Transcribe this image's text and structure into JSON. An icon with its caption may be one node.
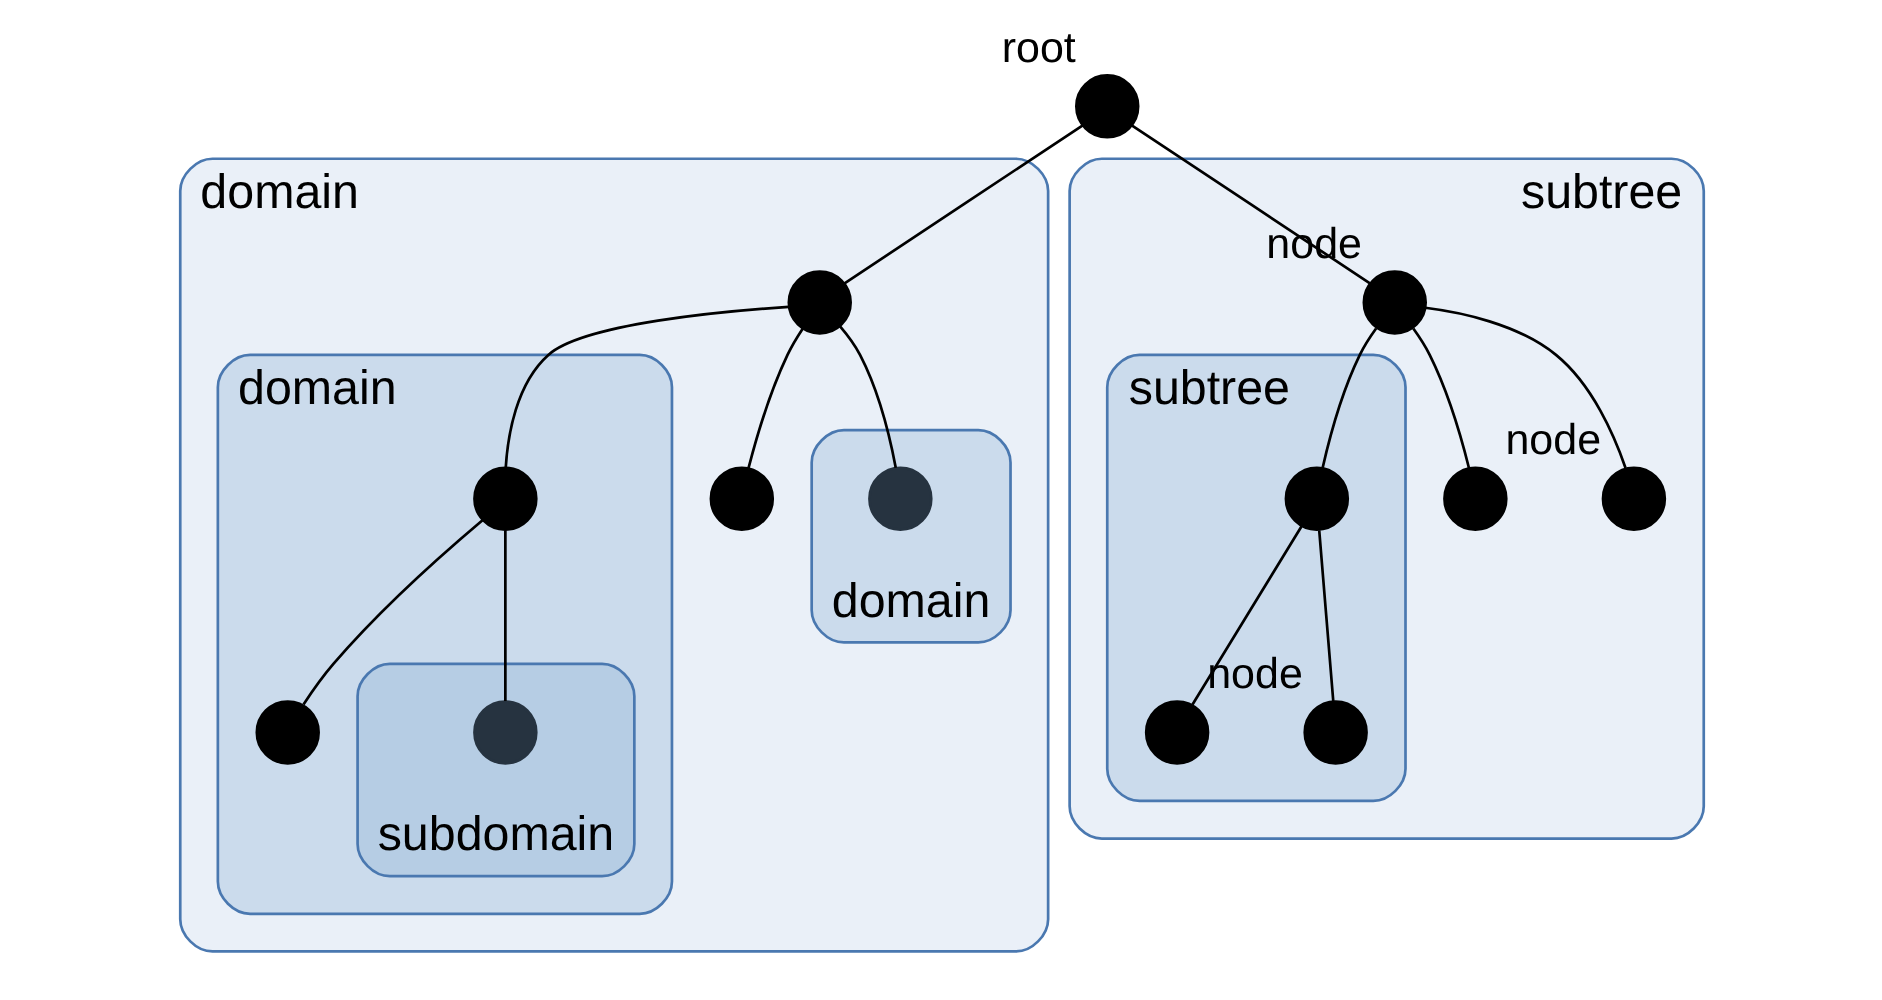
{
  "diagram": {
    "nodes": [
      {
        "text": [],
        "shape": "circle",
        "beside": [
          "root"
        ]
      },
      {
        "text": [
          "domain"
        ]
      },
      {
        "text": [],
        "shape": "circle",
        "in": 1
      },
      {
        "text": [
          "domain"
        ],
        "in": 1
      },
      {
        "text": [],
        "shape": "circle",
        "in": 3
      },
      {
        "text": [],
        "shape": "circle",
        "in": 3
      },
      {
        "text": [
          "subdomain"
        ],
        "in": 3
      },
      {
        "text": [],
        "shape": "circle",
        "in": 6
      },
      {
        "text": [],
        "shape": "circle",
        "in": 1
      },
      {
        "text": [
          "domain"
        ],
        "in": 1
      },
      {
        "text": [],
        "shape": "circle",
        "in": 9
      },
      {
        "text": [
          "subtree"
        ]
      },
      {
        "text": [],
        "shape": "circle",
        "in": 11,
        "beside": [
          "node"
        ]
      },
      {
        "text": [
          "subtree"
        ],
        "in": 11
      },
      {
        "text": [],
        "shape": "circle",
        "in": 13
      },
      {
        "text": [],
        "shape": "circle",
        "in": 13
      },
      {
        "text": [],
        "shape": "circle",
        "in": 13,
        "beside": [
          "node"
        ]
      },
      {
        "text": [],
        "shape": "circle",
        "in": 11
      },
      {
        "text": [],
        "shape": "circle",
        "in": 11,
        "beside": [
          "node"
        ]
      }
    ],
    "edges": [
      {
        "from": 0,
        "to": 2,
        "arrow": "none"
      },
      {
        "from": 0,
        "to": 12,
        "arrow": "none"
      },
      {
        "from": 2,
        "to": 4,
        "arrow": "none"
      },
      {
        "from": 2,
        "to": 8,
        "arrow": "none"
      },
      {
        "from": 2,
        "to": 10,
        "arrow": "none"
      },
      {
        "from": 4,
        "to": 5,
        "arrow": "none"
      },
      {
        "from": 4,
        "to": 7,
        "arrow": "none"
      },
      {
        "from": 12,
        "to": 14,
        "arrow": "none"
      },
      {
        "from": 12,
        "to": 17,
        "arrow": "none"
      },
      {
        "from": 12,
        "to": 18,
        "arrow": "none"
      },
      {
        "from": 14,
        "to": 15,
        "arrow": "none"
      },
      {
        "from": 14,
        "to": 16,
        "arrow": "none"
      }
    ]
  }
}
